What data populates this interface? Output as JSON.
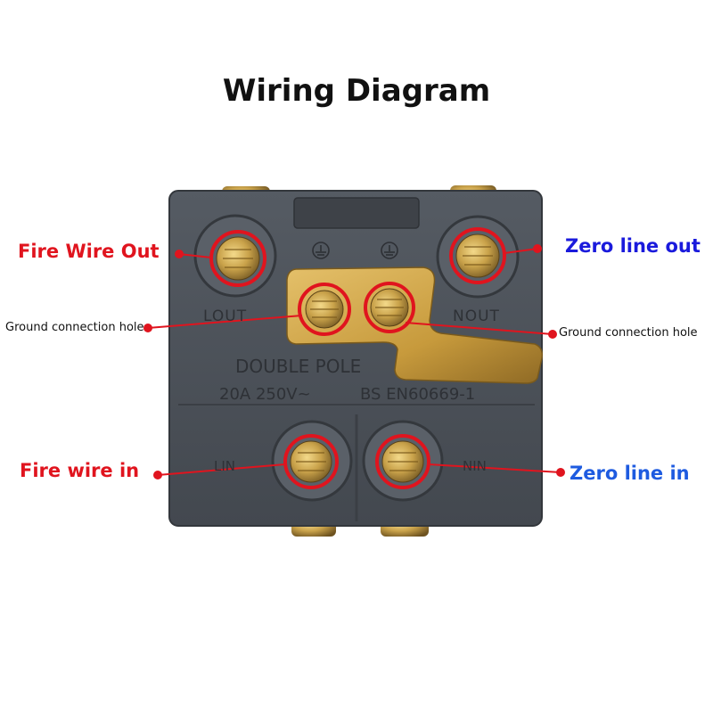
{
  "title": "Wiring Diagram",
  "labels": {
    "fire_wire_out": "Fire Wire Out",
    "zero_line_out": "Zero line out",
    "ground_hole_left": "Ground connection hole",
    "ground_hole_right": "Ground connection hole",
    "fire_wire_in": "Fire wire in",
    "zero_line_in": "Zero line in"
  },
  "device_markings": {
    "l_out": "LOUT",
    "n_out": "NOUT",
    "l_in": "LIN",
    "n_in": "NIN",
    "model": "DOUBLE POLE",
    "rating": "20A 250V~",
    "standard": "BS EN60669-1"
  },
  "colors": {
    "fire": "#e0141e",
    "zero_out": "#1a1adc",
    "zero_in": "#1e5be0",
    "marker": "#e0141e",
    "body": "#4c5158",
    "brass": "#c9a24a"
  }
}
